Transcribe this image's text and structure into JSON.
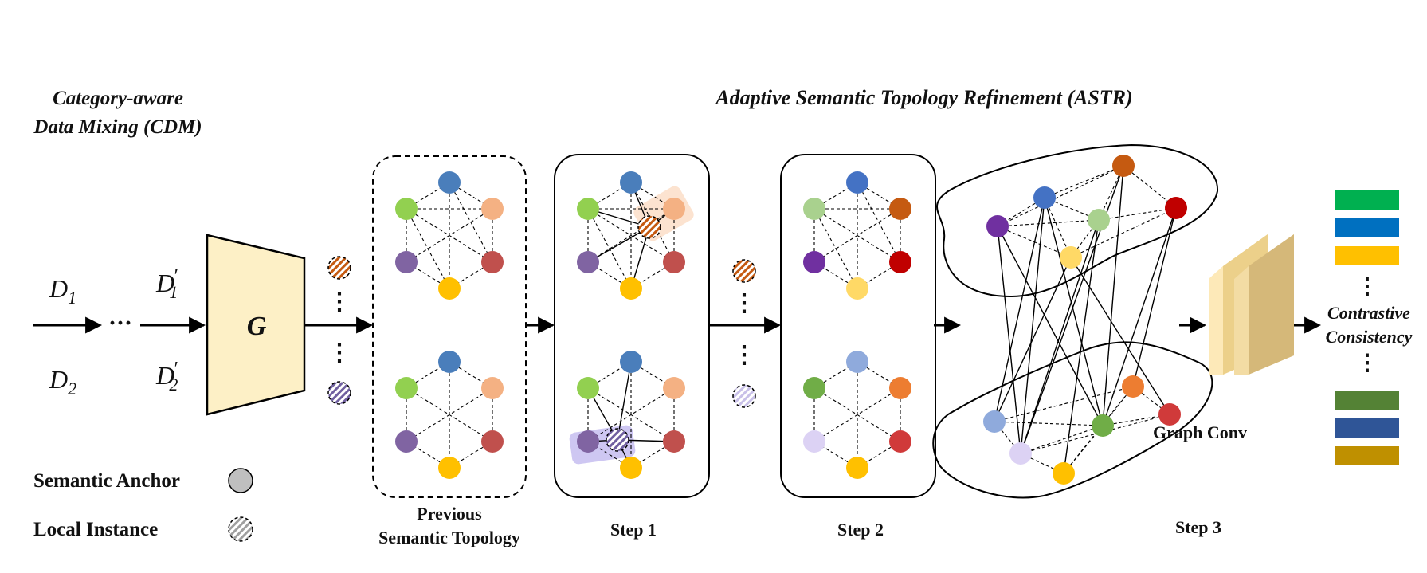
{
  "titles": {
    "cdm_line1": "Category-aware",
    "cdm_line2": "Data Mixing (CDM)",
    "astr": "Adaptive Semantic Topology Refinement (ASTR)"
  },
  "inputs": {
    "d1": "D",
    "d1_sub": "1",
    "d2": "D",
    "d2_sub": "2",
    "d1p": "D",
    "d1p_sub": "1",
    "d1p_prime": "′",
    "d2p": "D",
    "d2p_sub": "2",
    "d2p_prime": "′",
    "ellipsis": "···"
  },
  "generator": {
    "label": "G"
  },
  "dots_vertical": "⋮",
  "stage_labels": {
    "previous_line1": "Previous",
    "previous_line2": "Semantic Topology",
    "step1": "Step 1",
    "step2": "Step 2",
    "step3": "Step 3"
  },
  "graph_conv": "Graph Conv",
  "contrastive": {
    "line1": "Contrastive",
    "line2": "Consistency"
  },
  "legend": {
    "anchor": "Semantic Anchor",
    "instance": "Local Instance"
  },
  "colors": {
    "generator_fill": "#fdf0c6",
    "bar_top": [
      "#00b050",
      "#0070c0",
      "#ffc000"
    ],
    "bar_bottom": [
      "#548235",
      "#2f5597",
      "#bf9000"
    ]
  }
}
